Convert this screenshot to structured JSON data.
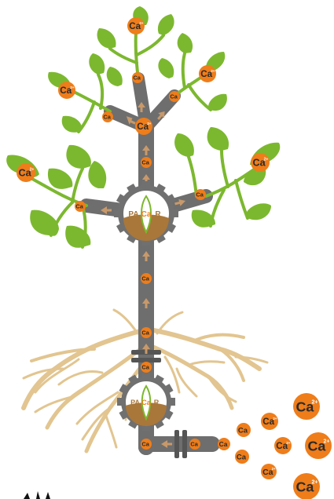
{
  "diagram": {
    "ion_label": "Ca",
    "ion_charge": "2+",
    "logo": {
      "left": "PA",
      "middle": "Ca",
      "right": "R"
    },
    "colors": {
      "pipe": "#6e6e6e",
      "ion": "#ee7d1a",
      "leaf": "#7cb82f",
      "root": "#e2c590",
      "gear": "#707070",
      "soil": "#a9773a",
      "arrow": "#c8996a",
      "logo_green": "#7cb82f",
      "logo_orange": "#ee7d1a",
      "text_dark": "#2a2a2a"
    }
  }
}
